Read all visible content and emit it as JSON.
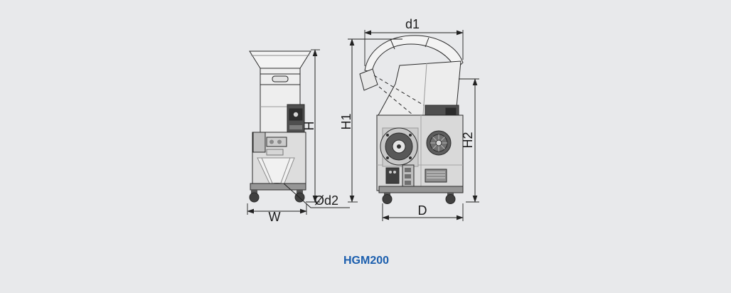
{
  "caption": "HGM200",
  "colors": {
    "background": "#e8e9eb",
    "line": "#222222",
    "caption": "#1c5fae"
  },
  "dimension_labels": {
    "d1": "d1",
    "H": "H",
    "H1": "H1",
    "H2": "H2",
    "W": "W",
    "D": "D",
    "od2": "Ød2"
  }
}
